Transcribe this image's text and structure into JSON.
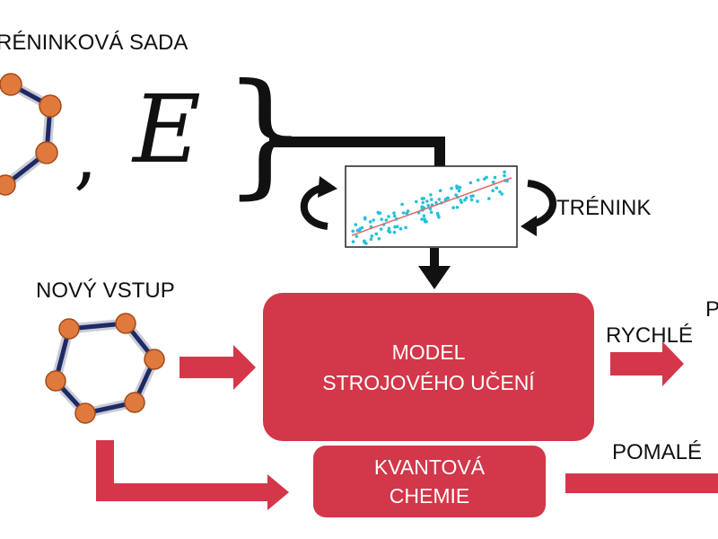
{
  "labels": {
    "training_set": "RÉNINKOVÁ SADA",
    "new_input": "NOVÝ VSTUP",
    "training": "TRÉNINK",
    "fast": "RYCHLÉ",
    "slow": "POMALÉ",
    "cut_right": "P"
  },
  "set_notation": {
    "comma": ",",
    "symbol": "E",
    "close_brace": "}"
  },
  "model_box": {
    "line1": "MODEL",
    "line2": "STROJOVÉHO UČENÍ"
  },
  "qc_box": {
    "line1": "KVANTOVÁ",
    "line2": "CHEMIE"
  },
  "colors": {
    "accent_red": "#d2374a",
    "arrow_red": "#d4374a",
    "scatter_points": "#22c1dc",
    "fit_line": "#e06a6a",
    "atom": "#e07a3c",
    "bond": "#1e2a66"
  }
}
